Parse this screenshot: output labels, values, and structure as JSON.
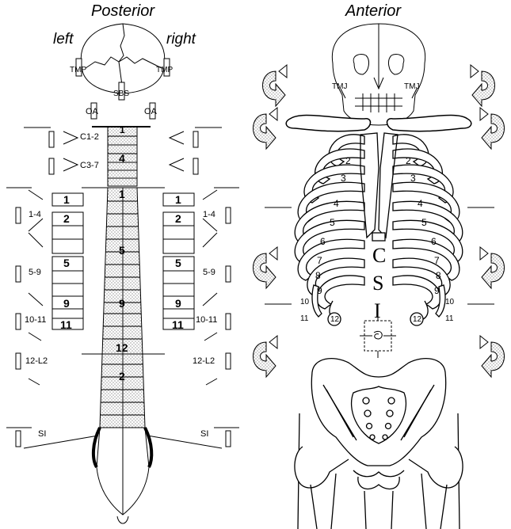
{
  "titles": {
    "posterior": "Posterior",
    "anterior": "Anterior"
  },
  "sides": {
    "left": "left",
    "right": "right"
  },
  "skull_labels": {
    "tmp_left": "TMP",
    "tmp_right": "TMP",
    "sbs": "SBS",
    "oa_left": "OA",
    "oa_right": "OA",
    "tmj_left": "TMJ",
    "tmj_right": "TMJ"
  },
  "cervical": {
    "c1_2": "C1-2",
    "c3_7": "C3-7",
    "num_1": "1",
    "num_4": "4"
  },
  "spine_numbers": {
    "t1": "1",
    "t5": "5",
    "t9": "9",
    "t12": "12",
    "l2": "2"
  },
  "rib_boxes": {
    "r1": "1",
    "r2": "2",
    "r5": "5",
    "r9": "9",
    "r11": "11"
  },
  "side_labels": {
    "r1_4": "1-4",
    "r5_9": "5-9",
    "r10_11": "10-11",
    "r12_l2": "12-L2",
    "si": "SI"
  },
  "rib_numbers": [
    "2",
    "3",
    "4",
    "5",
    "6",
    "7",
    "8",
    "9"
  ],
  "floating": {
    "r10": "10",
    "r11": "11",
    "r12": "12"
  },
  "csi": {
    "c": "C",
    "s": "S",
    "i": "I"
  },
  "colors": {
    "line": "#000000",
    "stipple": "#bbbbbb"
  }
}
